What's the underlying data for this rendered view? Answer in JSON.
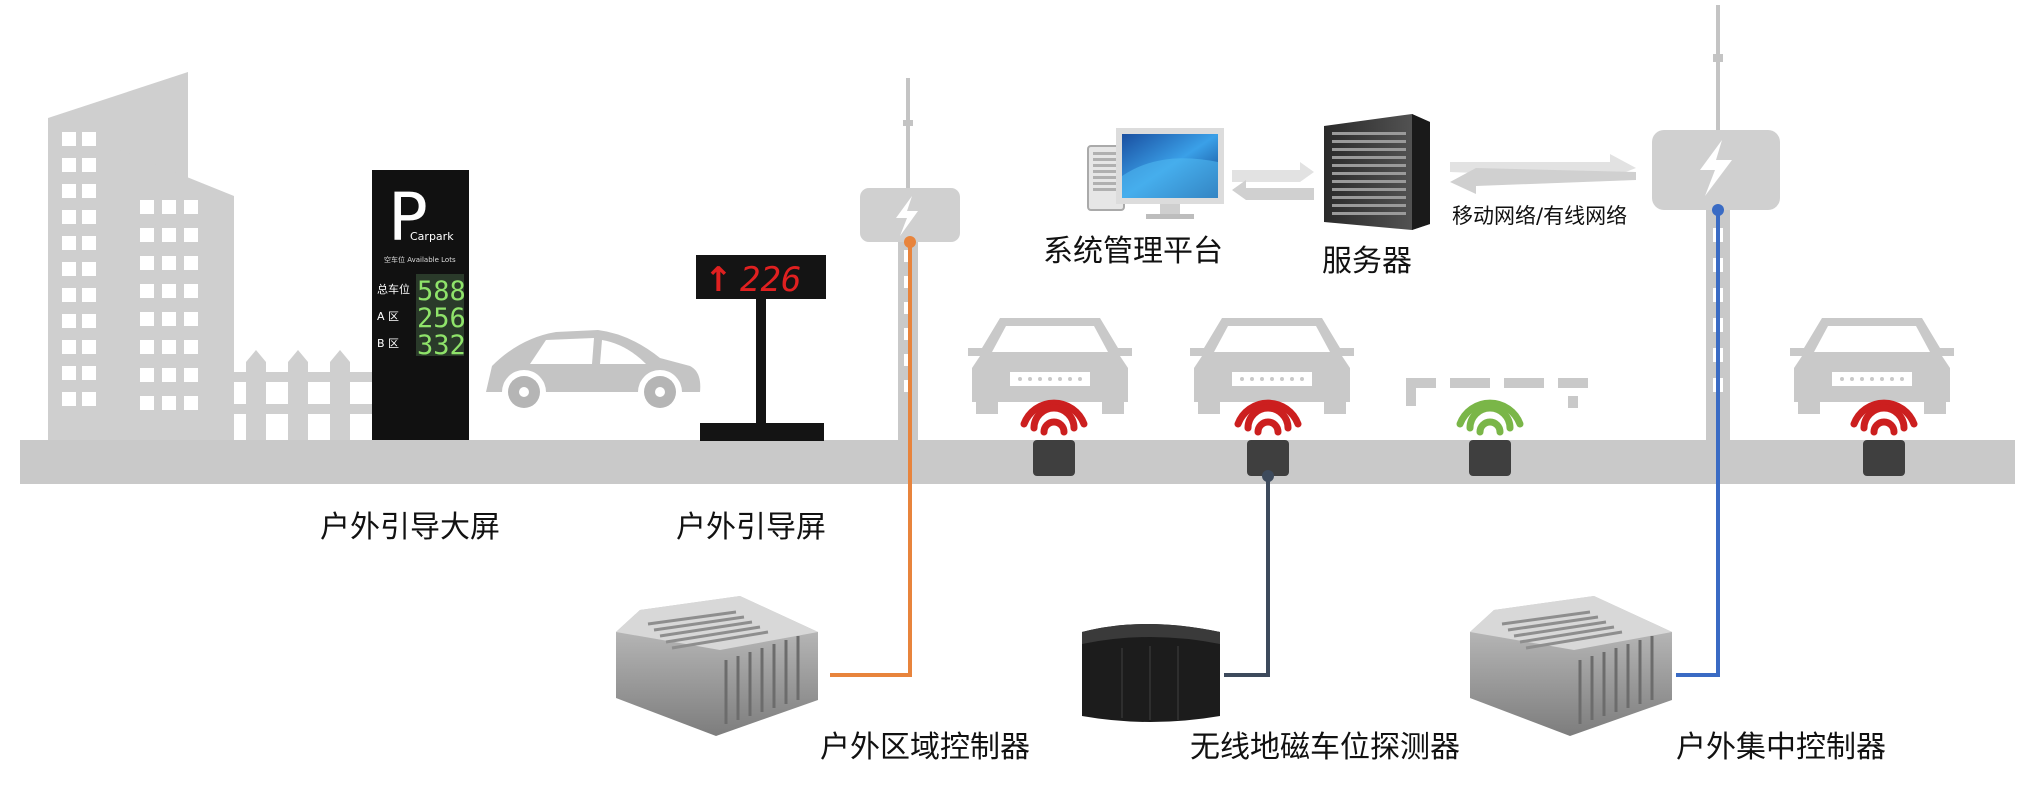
{
  "labels": {
    "outdoor_big_screen": "户外引导大屏",
    "outdoor_screen": "户外引导屏",
    "management_platform": "系统管理平台",
    "server": "服务器",
    "network": "移动网络/有线网络",
    "area_controller": "户外区域控制器",
    "detector": "无线地磁车位探测器",
    "central_controller": "户外集中控制器"
  },
  "big_screen": {
    "logo": "P",
    "brand": "Carpark",
    "subtitle": "空车位  Available Lots",
    "rows": [
      {
        "label": "总车位",
        "value": "588"
      },
      {
        "label": "A   区",
        "value": "256"
      },
      {
        "label": "B   区",
        "value": "332"
      }
    ]
  },
  "small_screen": {
    "value": "226"
  },
  "colors": {
    "building_gray": "#cfcfcf",
    "road_gray": "#c9c9c9",
    "signal_red": "#cc1f1f",
    "signal_green": "#7ab648",
    "wire_orange": "#e8843c",
    "wire_navy": "#3d4a5c",
    "wire_blue": "#3a6bc4",
    "led_green": "#8fe36a",
    "led_red": "#e02020"
  }
}
